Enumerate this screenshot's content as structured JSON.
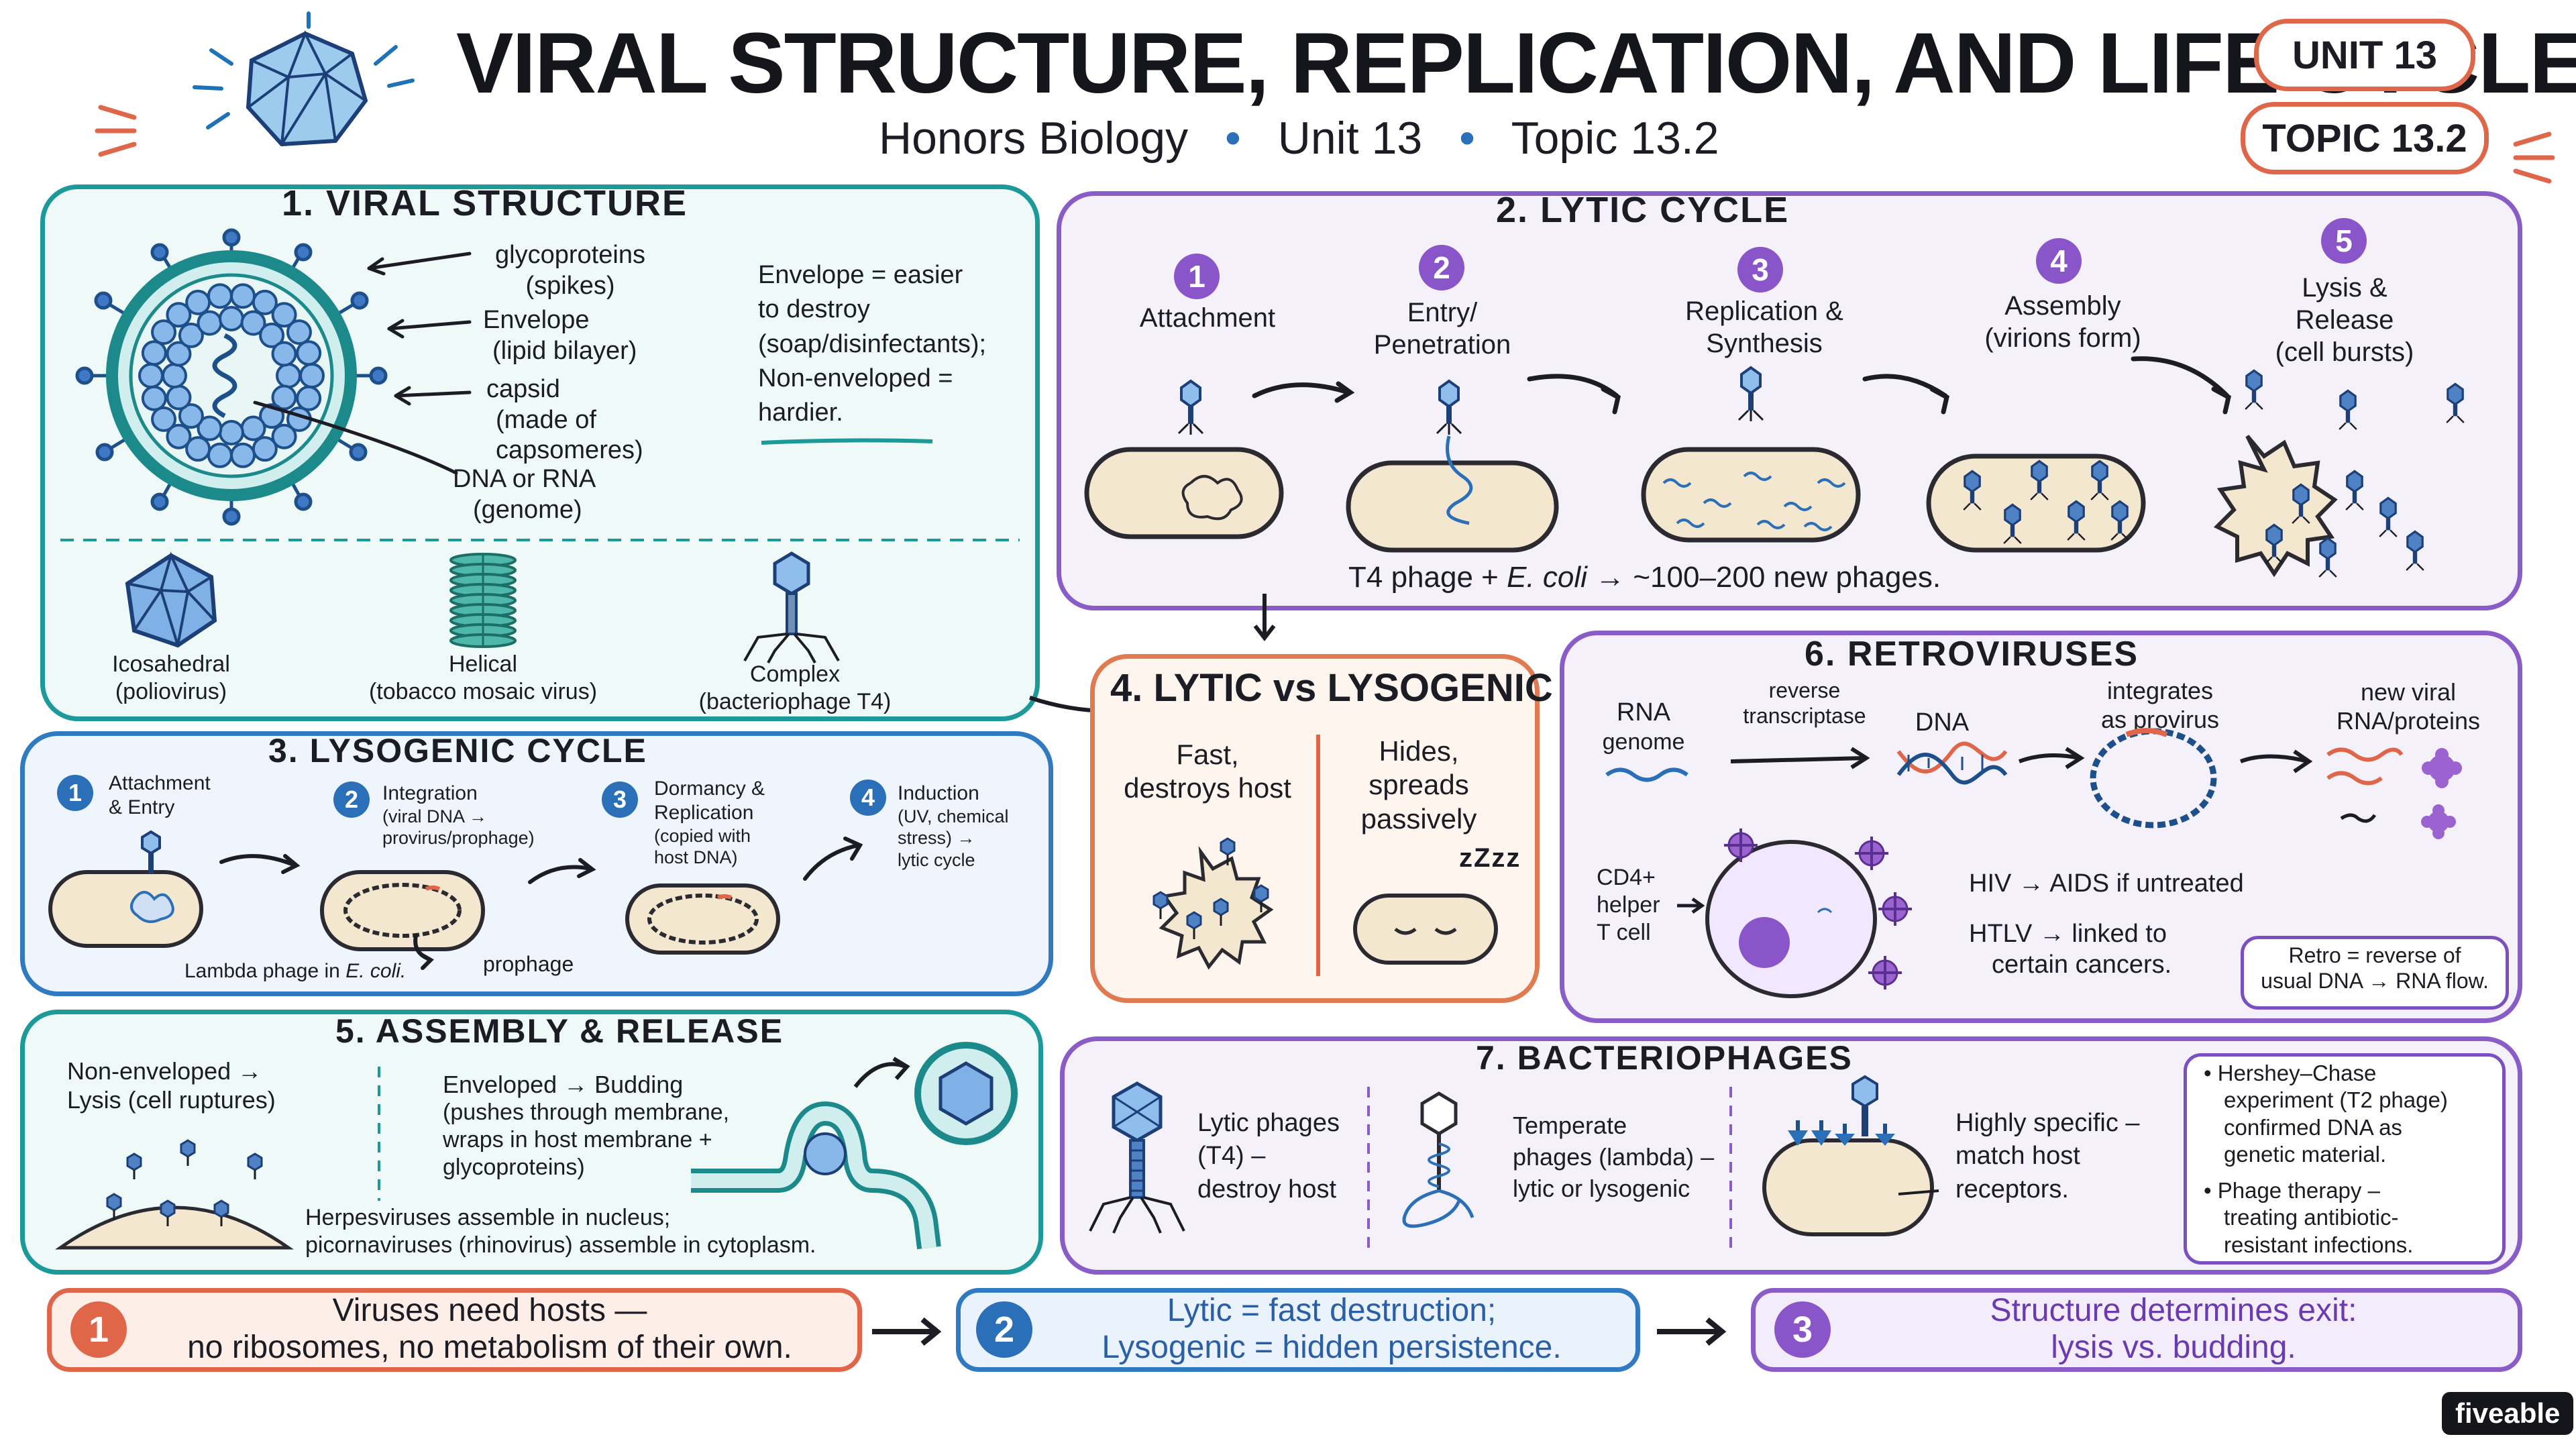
{
  "header": {
    "title": "VIRAL STRUCTURE, REPLICATION, AND LIFE CYCLES",
    "subtitle_course": "Honors Biology",
    "subtitle_unit": "Unit 13",
    "subtitle_topic": "Topic 13.2",
    "unit_pill": "UNIT 13",
    "topic_pill": "TOPIC 13.2"
  },
  "structure": {
    "title": "1. VIRAL STRUCTURE",
    "labels": {
      "glyco": [
        "glycoproteins",
        "(spikes)"
      ],
      "envelope": [
        "Envelope",
        "(lipid bilayer)"
      ],
      "capsid": [
        "capsid",
        "(made of",
        "capsomeres)"
      ],
      "genome": [
        "DNA or RNA",
        "(genome)"
      ]
    },
    "note": [
      "Envelope = easier",
      "to destroy",
      "(soap/disinfectants);",
      "Non-enveloped =",
      "hardier."
    ],
    "shapes": [
      {
        "name": "Icosahedral",
        "example": "(poliovirus)"
      },
      {
        "name": "Helical",
        "example": "(tobacco mosaic virus)"
      },
      {
        "name": "Complex",
        "example": "(bacteriophage T4)"
      }
    ]
  },
  "lytic": {
    "title": "2. LYTIC CYCLE",
    "steps": [
      {
        "num": "1",
        "label": [
          "Attachment"
        ]
      },
      {
        "num": "2",
        "label": [
          "Entry/",
          "Penetration"
        ]
      },
      {
        "num": "3",
        "label": [
          "Replication &",
          "Synthesis"
        ]
      },
      {
        "num": "4",
        "label": [
          "Assembly",
          "(virions form)"
        ]
      },
      {
        "num": "5",
        "label": [
          "Lysis &",
          "Release",
          "(cell bursts)"
        ]
      }
    ],
    "caption_pre": "T4 phage + ",
    "caption_italic": "E. coli",
    "caption_post": " → ~100–200 new phages."
  },
  "lysogenic": {
    "title": "3. LYSOGENIC CYCLE",
    "steps": [
      {
        "num": "1",
        "label": [
          "Attachment",
          "& Entry"
        ]
      },
      {
        "num": "2",
        "label": [
          "Integration",
          "(viral DNA →",
          "provirus/prophage)"
        ]
      },
      {
        "num": "3",
        "label": [
          "Dormancy &",
          "Replication",
          "(copied with",
          "host DNA)"
        ]
      },
      {
        "num": "4",
        "label": [
          "Induction",
          "(UV, chemical",
          "stress) →",
          "lytic cycle"
        ]
      }
    ],
    "caption_pre": "Lambda phage in ",
    "caption_italic": "E. coli.",
    "prophage_label": "prophage"
  },
  "compare": {
    "title": "4. LYTIC vs LYSOGENIC",
    "left": [
      "Fast,",
      "destroys host"
    ],
    "right": [
      "Hides,",
      "spreads",
      "passively"
    ],
    "zzz": "zZzz"
  },
  "assembly": {
    "title": "5. ASSEMBLY & RELEASE",
    "left": [
      "Non-enveloped →",
      "Lysis (cell ruptures)"
    ],
    "right": [
      "Enveloped → Budding",
      "(pushes through membrane,",
      "wraps in host membrane +",
      "glycoproteins)"
    ],
    "bottom": [
      "Herpesviruses assemble in nucleus;",
      "picornaviruses (rhinovirus) assemble in cytoplasm."
    ]
  },
  "retro": {
    "title": "6. RETROVIRUSES",
    "rna": [
      "RNA",
      "genome"
    ],
    "rt": [
      "reverse",
      "transcriptase"
    ],
    "dna": "DNA",
    "provirus": [
      "integrates",
      "as provirus"
    ],
    "new": [
      "new viral",
      "RNA/proteins"
    ],
    "cd4": [
      "CD4+",
      "helper",
      "T cell"
    ],
    "hiv": "HIV → AIDS if untreated",
    "htlv": [
      "HTLV → linked to",
      "certain cancers."
    ],
    "note": [
      "Retro = reverse of",
      "usual DNA → RNA flow."
    ]
  },
  "phages": {
    "title": "7. BACTERIOPHAGES",
    "lytic": [
      "Lytic phages",
      "(T4) –",
      "destroy host"
    ],
    "temperate": [
      "Temperate",
      "phages (lambda) –",
      "lytic or lysogenic"
    ],
    "specific": [
      "Highly specific –",
      "match host",
      "receptors."
    ],
    "bullets": [
      [
        "Hershey–Chase",
        "experiment (T2 phage)",
        "confirmed DNA as",
        "genetic material."
      ],
      [
        "Phage therapy –",
        "treating antibiotic-",
        "resistant infections."
      ]
    ]
  },
  "summary": [
    {
      "num": "1",
      "text": [
        "Viruses need hosts —",
        "no ribosomes, no metabolism of their own."
      ]
    },
    {
      "num": "2",
      "text": [
        "Lytic = fast destruction;",
        "Lysogenic = hidden persistence."
      ]
    },
    {
      "num": "3",
      "text": [
        "Structure determines exit:",
        "lysis vs. budding."
      ]
    }
  ],
  "brand": "fiveable",
  "colors": {
    "teal": "#1c9a9a",
    "purple": "#8a5cc8",
    "blue": "#2f7ac0",
    "orange": "#e07a50"
  }
}
